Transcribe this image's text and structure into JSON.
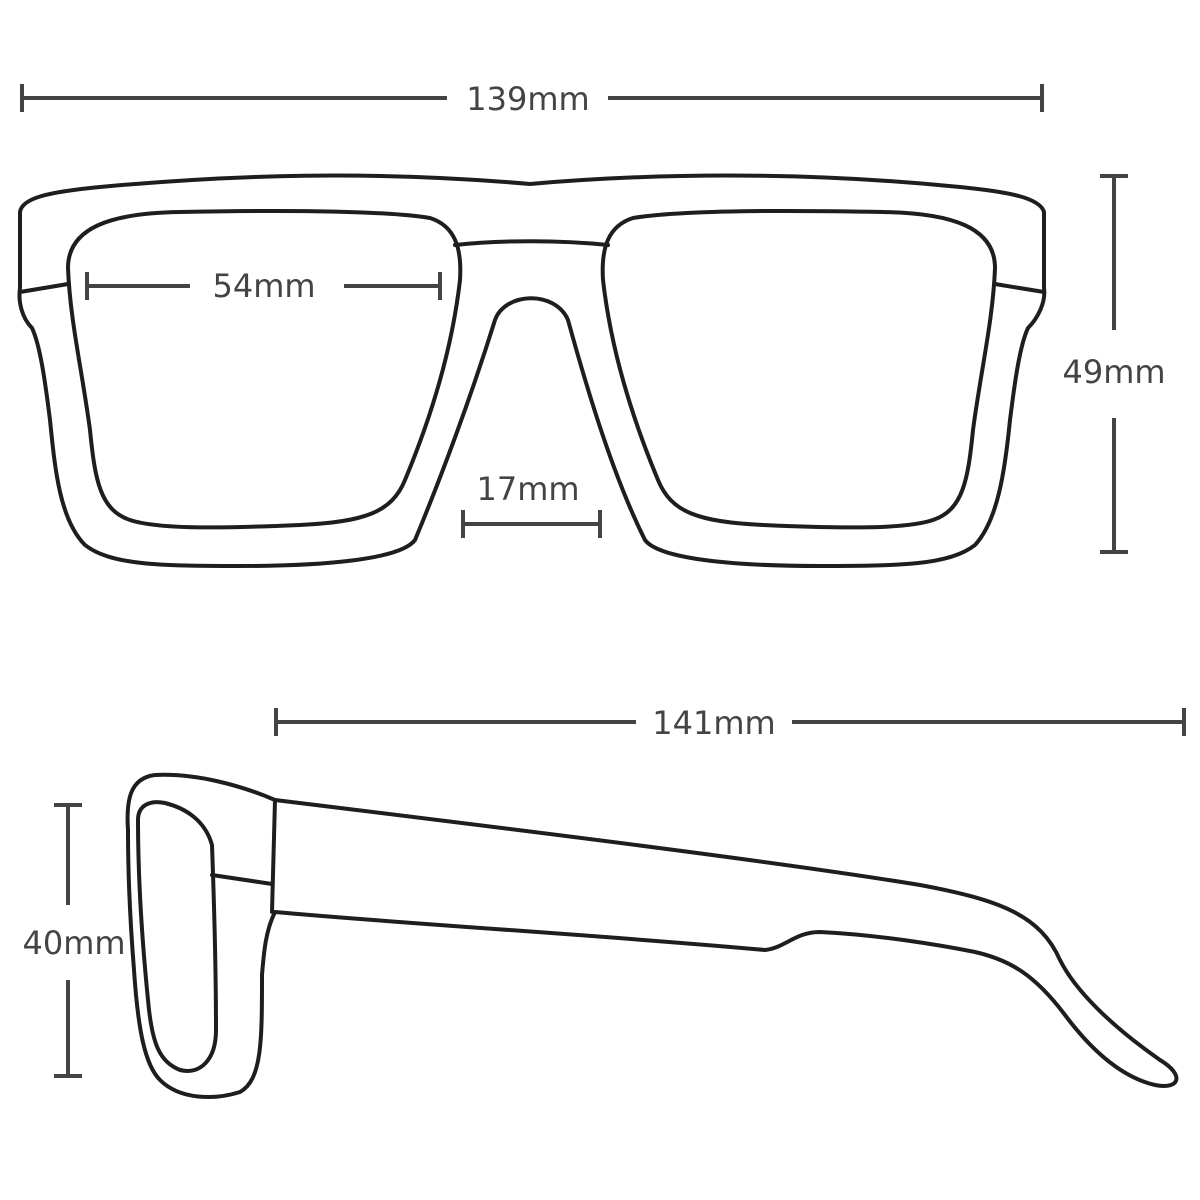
{
  "front_view": {
    "overall_width": "139mm",
    "lens_width": "54mm",
    "lens_height": "49mm",
    "bridge_width": "17mm"
  },
  "side_view": {
    "temple_length": "141mm",
    "frame_height": "40mm"
  },
  "colors": {
    "outline": "#1e1e1e",
    "dimension": "#444444",
    "background": "#ffffff"
  }
}
